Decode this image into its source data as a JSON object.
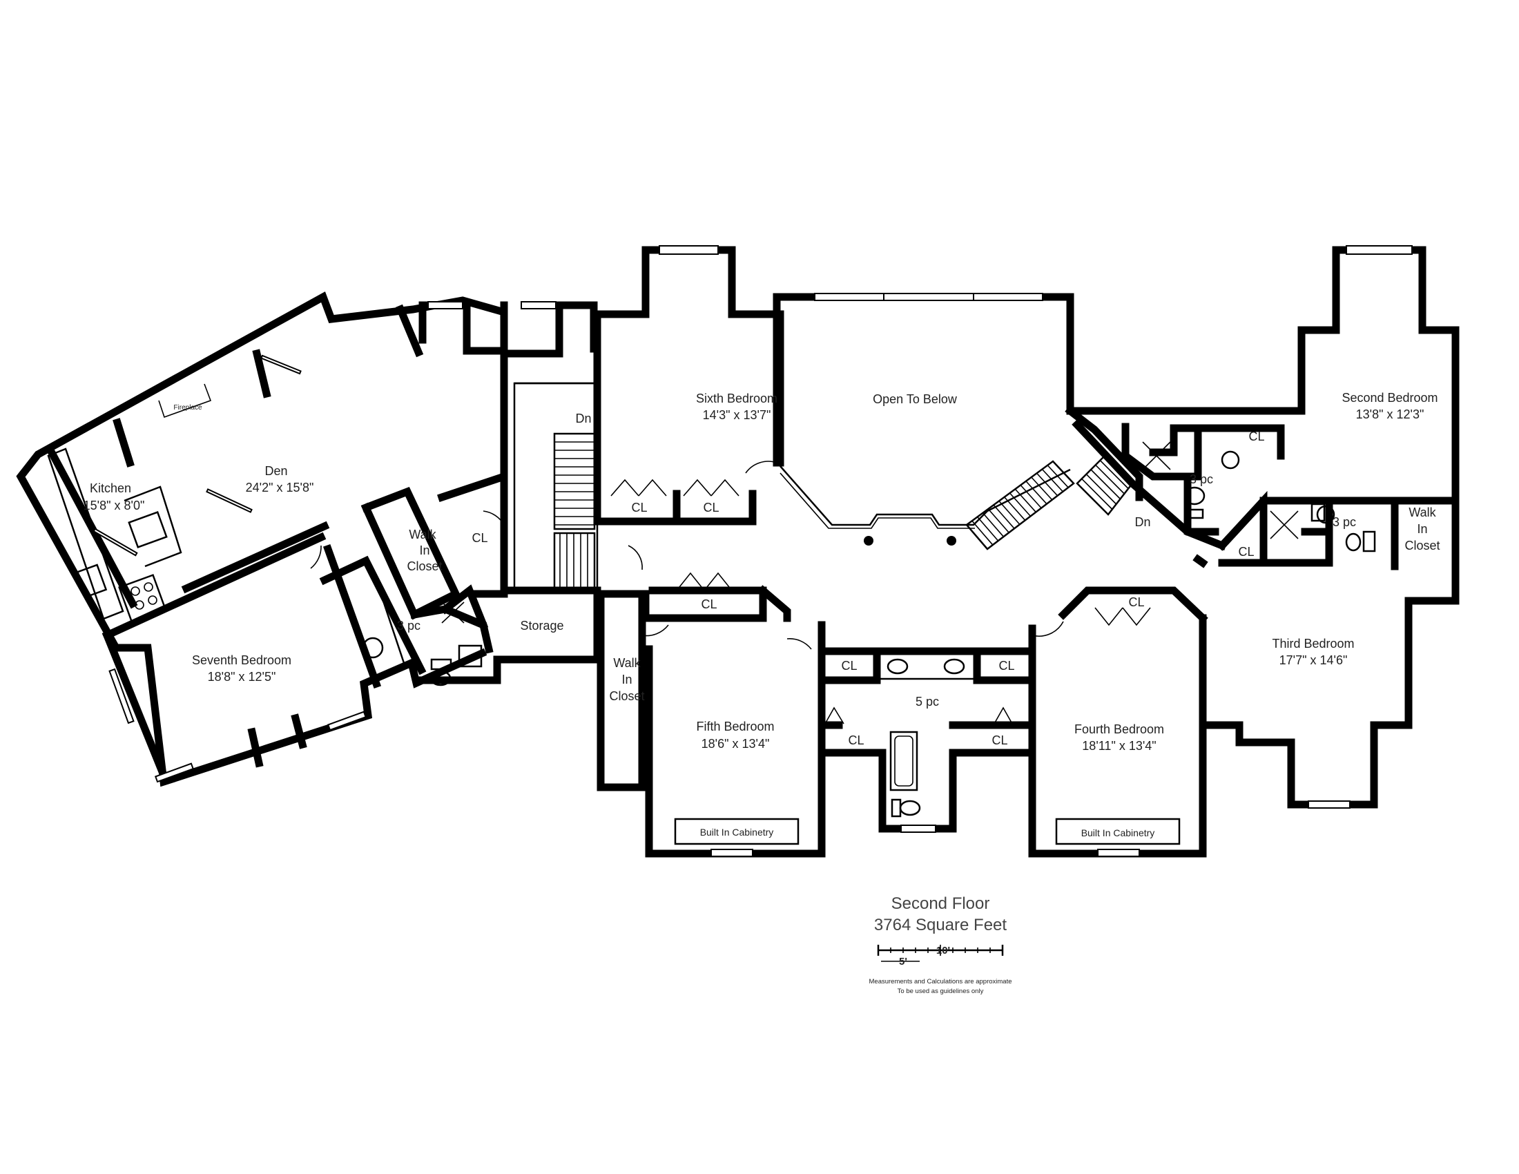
{
  "title": {
    "floor": "Second Floor",
    "area": "3764 Square Feet"
  },
  "scale": {
    "label_5": "5'",
    "label_10": "10'"
  },
  "disclaimer": {
    "line1": "Measurements and Calculations are approximate",
    "line2": "To be used as guidelines only"
  },
  "rooms": {
    "kitchen": {
      "name": "Kitchen",
      "size": "15'8\" x 8'0\""
    },
    "den": {
      "name": "Den",
      "size": "24'2\" x 15'8\""
    },
    "fireplace": "Fireplace",
    "seventh_bedroom": {
      "name": "Seventh Bedroom",
      "size": "18'8\" x 12'5\""
    },
    "walk_in_closet_left": {
      "l1": "Walk",
      "l2": "In",
      "l3": "Closet"
    },
    "bath_left": "3 pc",
    "cl_left": "CL",
    "storage": "Storage",
    "stair_left_dn": "Dn",
    "sixth_bedroom": {
      "name": "Sixth Bedroom",
      "size": "14'3\" x 13'7\""
    },
    "sixth_cl_1": "CL",
    "sixth_cl_2": "CL",
    "open_to_below": "Open To Below",
    "hall_cl": "CL",
    "walk_in_closet_mid": {
      "l1": "Walk",
      "l2": "In",
      "l3": "Closet"
    },
    "fifth_bedroom": {
      "name": "Fifth Bedroom",
      "size": "18'6\" x 13'4\""
    },
    "fifth_cabinetry": "Built In Cabinetry",
    "bath_mid": "5 pc",
    "bath_mid_cl_1": "CL",
    "bath_mid_cl_2": "CL",
    "bath_mid_cl_3": "CL",
    "bath_mid_cl_4": "CL",
    "fourth_bedroom": {
      "name": "Fourth Bedroom",
      "size": "18'11\" x 13'4\""
    },
    "fourth_cl": "CL",
    "fourth_cabinetry": "Built In Cabinetry",
    "stair_right_dn": "Dn",
    "bath_upper_right": "3 pc",
    "cl_upper_right": "CL",
    "second_bedroom": {
      "name": "Second Bedroom",
      "size": "13'8\" x 12'3\""
    },
    "cl_right_small": "CL",
    "bath_right": "3 pc",
    "walk_in_closet_right": {
      "l1": "Walk",
      "l2": "In",
      "l3": "Closet"
    },
    "third_bedroom": {
      "name": "Third Bedroom",
      "size": "17'7\" x 14'6\""
    }
  }
}
